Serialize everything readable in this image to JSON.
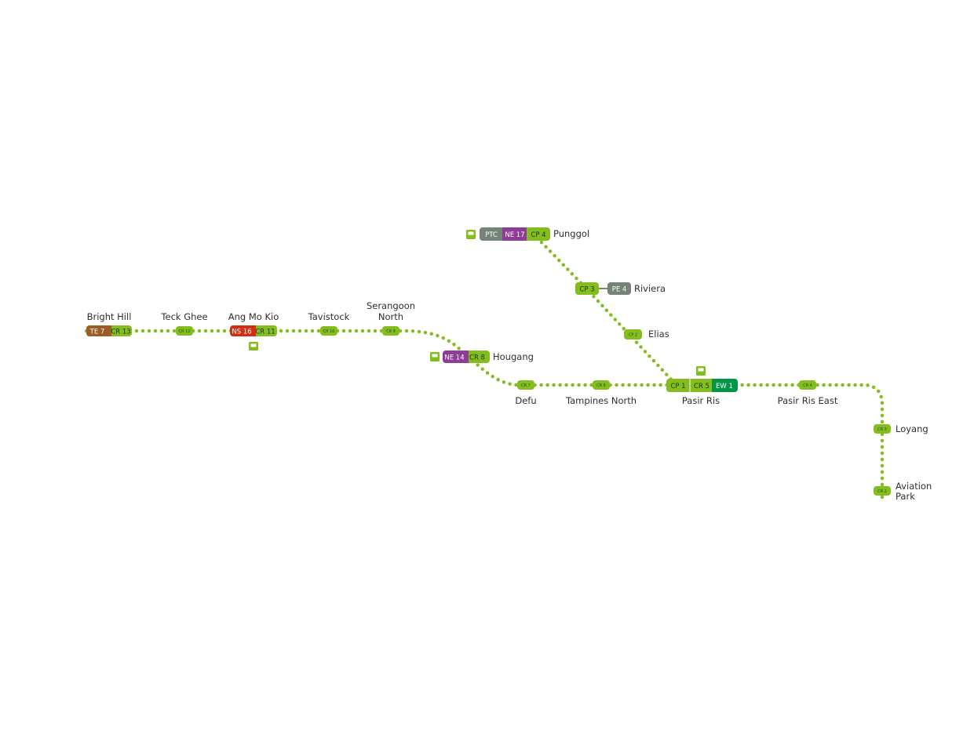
{
  "colors": {
    "crl": "#84bd1e",
    "tel": "#9d5b25",
    "nsl": "#d42e12",
    "nel": "#8e3c97",
    "ewl": "#009645",
    "ptc": "#748477",
    "cpr": "#84bd1e",
    "text": "#2f2f2f"
  },
  "stations": {
    "bright_hill": {
      "name": "Bright Hill",
      "codes": [
        "TE 7",
        "CR 13"
      ]
    },
    "teck_ghee": {
      "name": "Teck Ghee",
      "codes": [
        "CR 12"
      ]
    },
    "ang_mo_kio": {
      "name": "Ang Mo Kio",
      "codes": [
        "NS 16",
        "CR 11"
      ]
    },
    "tavistock": {
      "name": "Tavistock",
      "codes": [
        "CR 10"
      ]
    },
    "serangoon_north": {
      "name": "Serangoon",
      "name2": "North",
      "codes": [
        "CR 9"
      ]
    },
    "hougang": {
      "name": "Hougang",
      "codes": [
        "NE 14",
        "CR 8"
      ]
    },
    "defu": {
      "name": "Defu",
      "codes": [
        "CR 7"
      ]
    },
    "tampines_north": {
      "name": "Tampines North",
      "codes": [
        "CR 6"
      ]
    },
    "pasir_ris": {
      "name": "Pasir Ris",
      "codes": [
        "CP 1",
        "CR 5",
        "EW 1"
      ]
    },
    "pasir_ris_east": {
      "name": "Pasir Ris East",
      "codes": [
        "CR 4"
      ]
    },
    "loyang": {
      "name": "Loyang",
      "codes": [
        "CR 3"
      ]
    },
    "aviation_park": {
      "name": "Aviation",
      "name2": "Park",
      "codes": [
        "CR 2"
      ]
    },
    "elias": {
      "name": "Elias",
      "codes": [
        "CP 2"
      ]
    },
    "riviera": {
      "name": "Riviera",
      "codes": [
        "CP 3",
        "PE 4"
      ]
    },
    "punggol": {
      "name": "Punggol",
      "codes": [
        "PTC",
        "NE 17",
        "CP 4"
      ]
    }
  },
  "icons": [
    "bus-interchange-icon"
  ]
}
